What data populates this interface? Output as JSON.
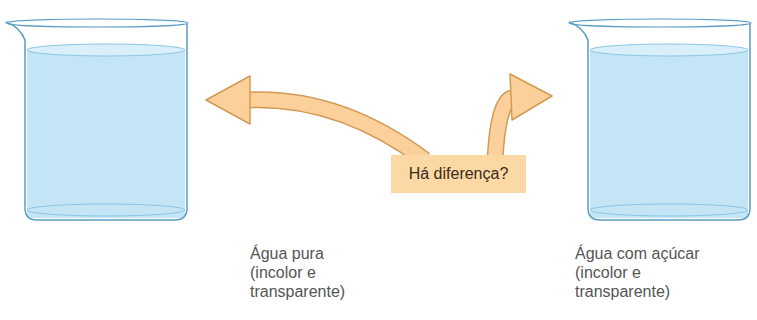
{
  "diagram": {
    "nodes": [
      {
        "text": [
          "Há diferença?"
        ]
      }
    ],
    "labels": [
      "Água pura (incolor e transparente)",
      "Água com açúcar (incolor e transparente)"
    ]
  }
}
